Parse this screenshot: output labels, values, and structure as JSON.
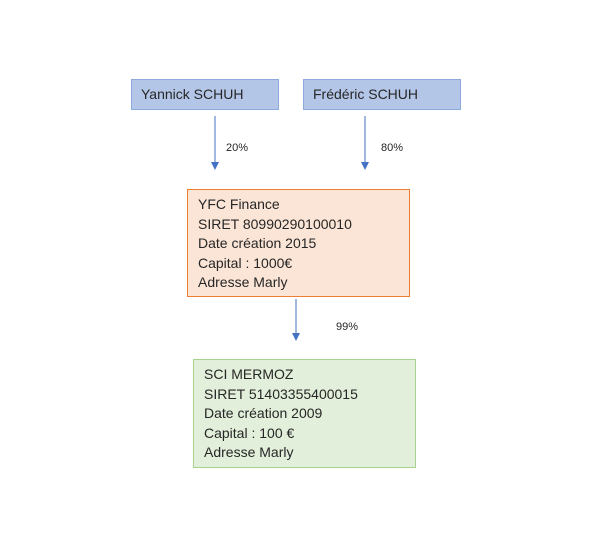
{
  "persons": [
    {
      "name": "Yannick SCHUH"
    },
    {
      "name": "Frédéric SCHUH"
    }
  ],
  "links": [
    {
      "percent": "20%"
    },
    {
      "percent": "80%"
    },
    {
      "percent": "99%"
    }
  ],
  "companies": [
    {
      "lines": [
        "YFC Finance",
        "SIRET 80990290100010",
        "Date création 2015",
        "Capital : 1000€",
        "Adresse Marly"
      ]
    },
    {
      "lines": [
        "SCI MERMOZ",
        "SIRET 51403355400015",
        "Date création 2009",
        "Capital : 100 €",
        "Adresse Marly"
      ]
    }
  ],
  "colors": {
    "person_fill": "#b4c6e7",
    "person_border": "#8faadc",
    "company1_fill": "#fbe5d6",
    "company1_border": "#ed7d31",
    "company2_fill": "#e2efda",
    "company2_border": "#a9d18e",
    "arrow": "#4472c4"
  }
}
